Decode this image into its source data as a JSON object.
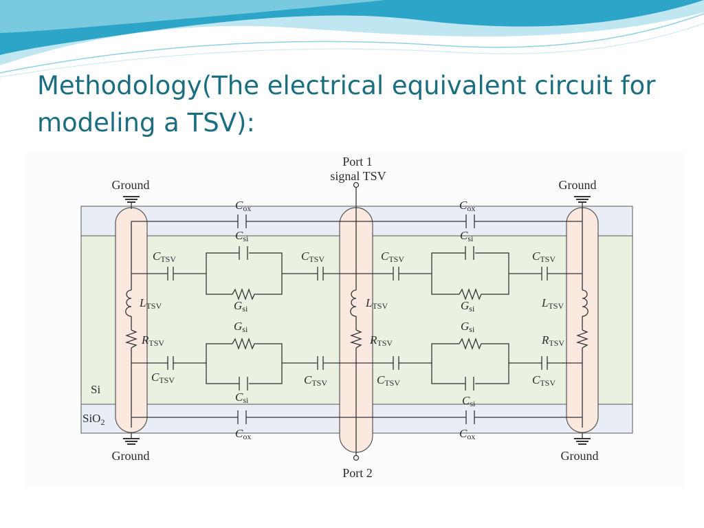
{
  "slide": {
    "title_line1": "Methodology(The electrical equivalent circuit for",
    "title_line2": "modeling a TSV):"
  },
  "colors": {
    "title": "#1b6e7f",
    "si_fill": "#eaf1e0",
    "sio2_fill": "#e9eef6",
    "tsv_fill": "#fbe9df",
    "wire": "#333333",
    "wave_dark": "#2da5c8",
    "wave_light": "#bfe6f1"
  },
  "diagram": {
    "port1": "Port 1",
    "port1_sub": "signal TSV",
    "port2": "Port 2",
    "ground": "Ground",
    "si": "Si",
    "sio2": "SiO",
    "sio2_sub": "2",
    "sym_c": "C",
    "sym_l": "L",
    "sym_r": "R",
    "sym_g": "G",
    "sub_tsv": "TSV",
    "sub_ox": "ox",
    "sub_si": "si"
  }
}
